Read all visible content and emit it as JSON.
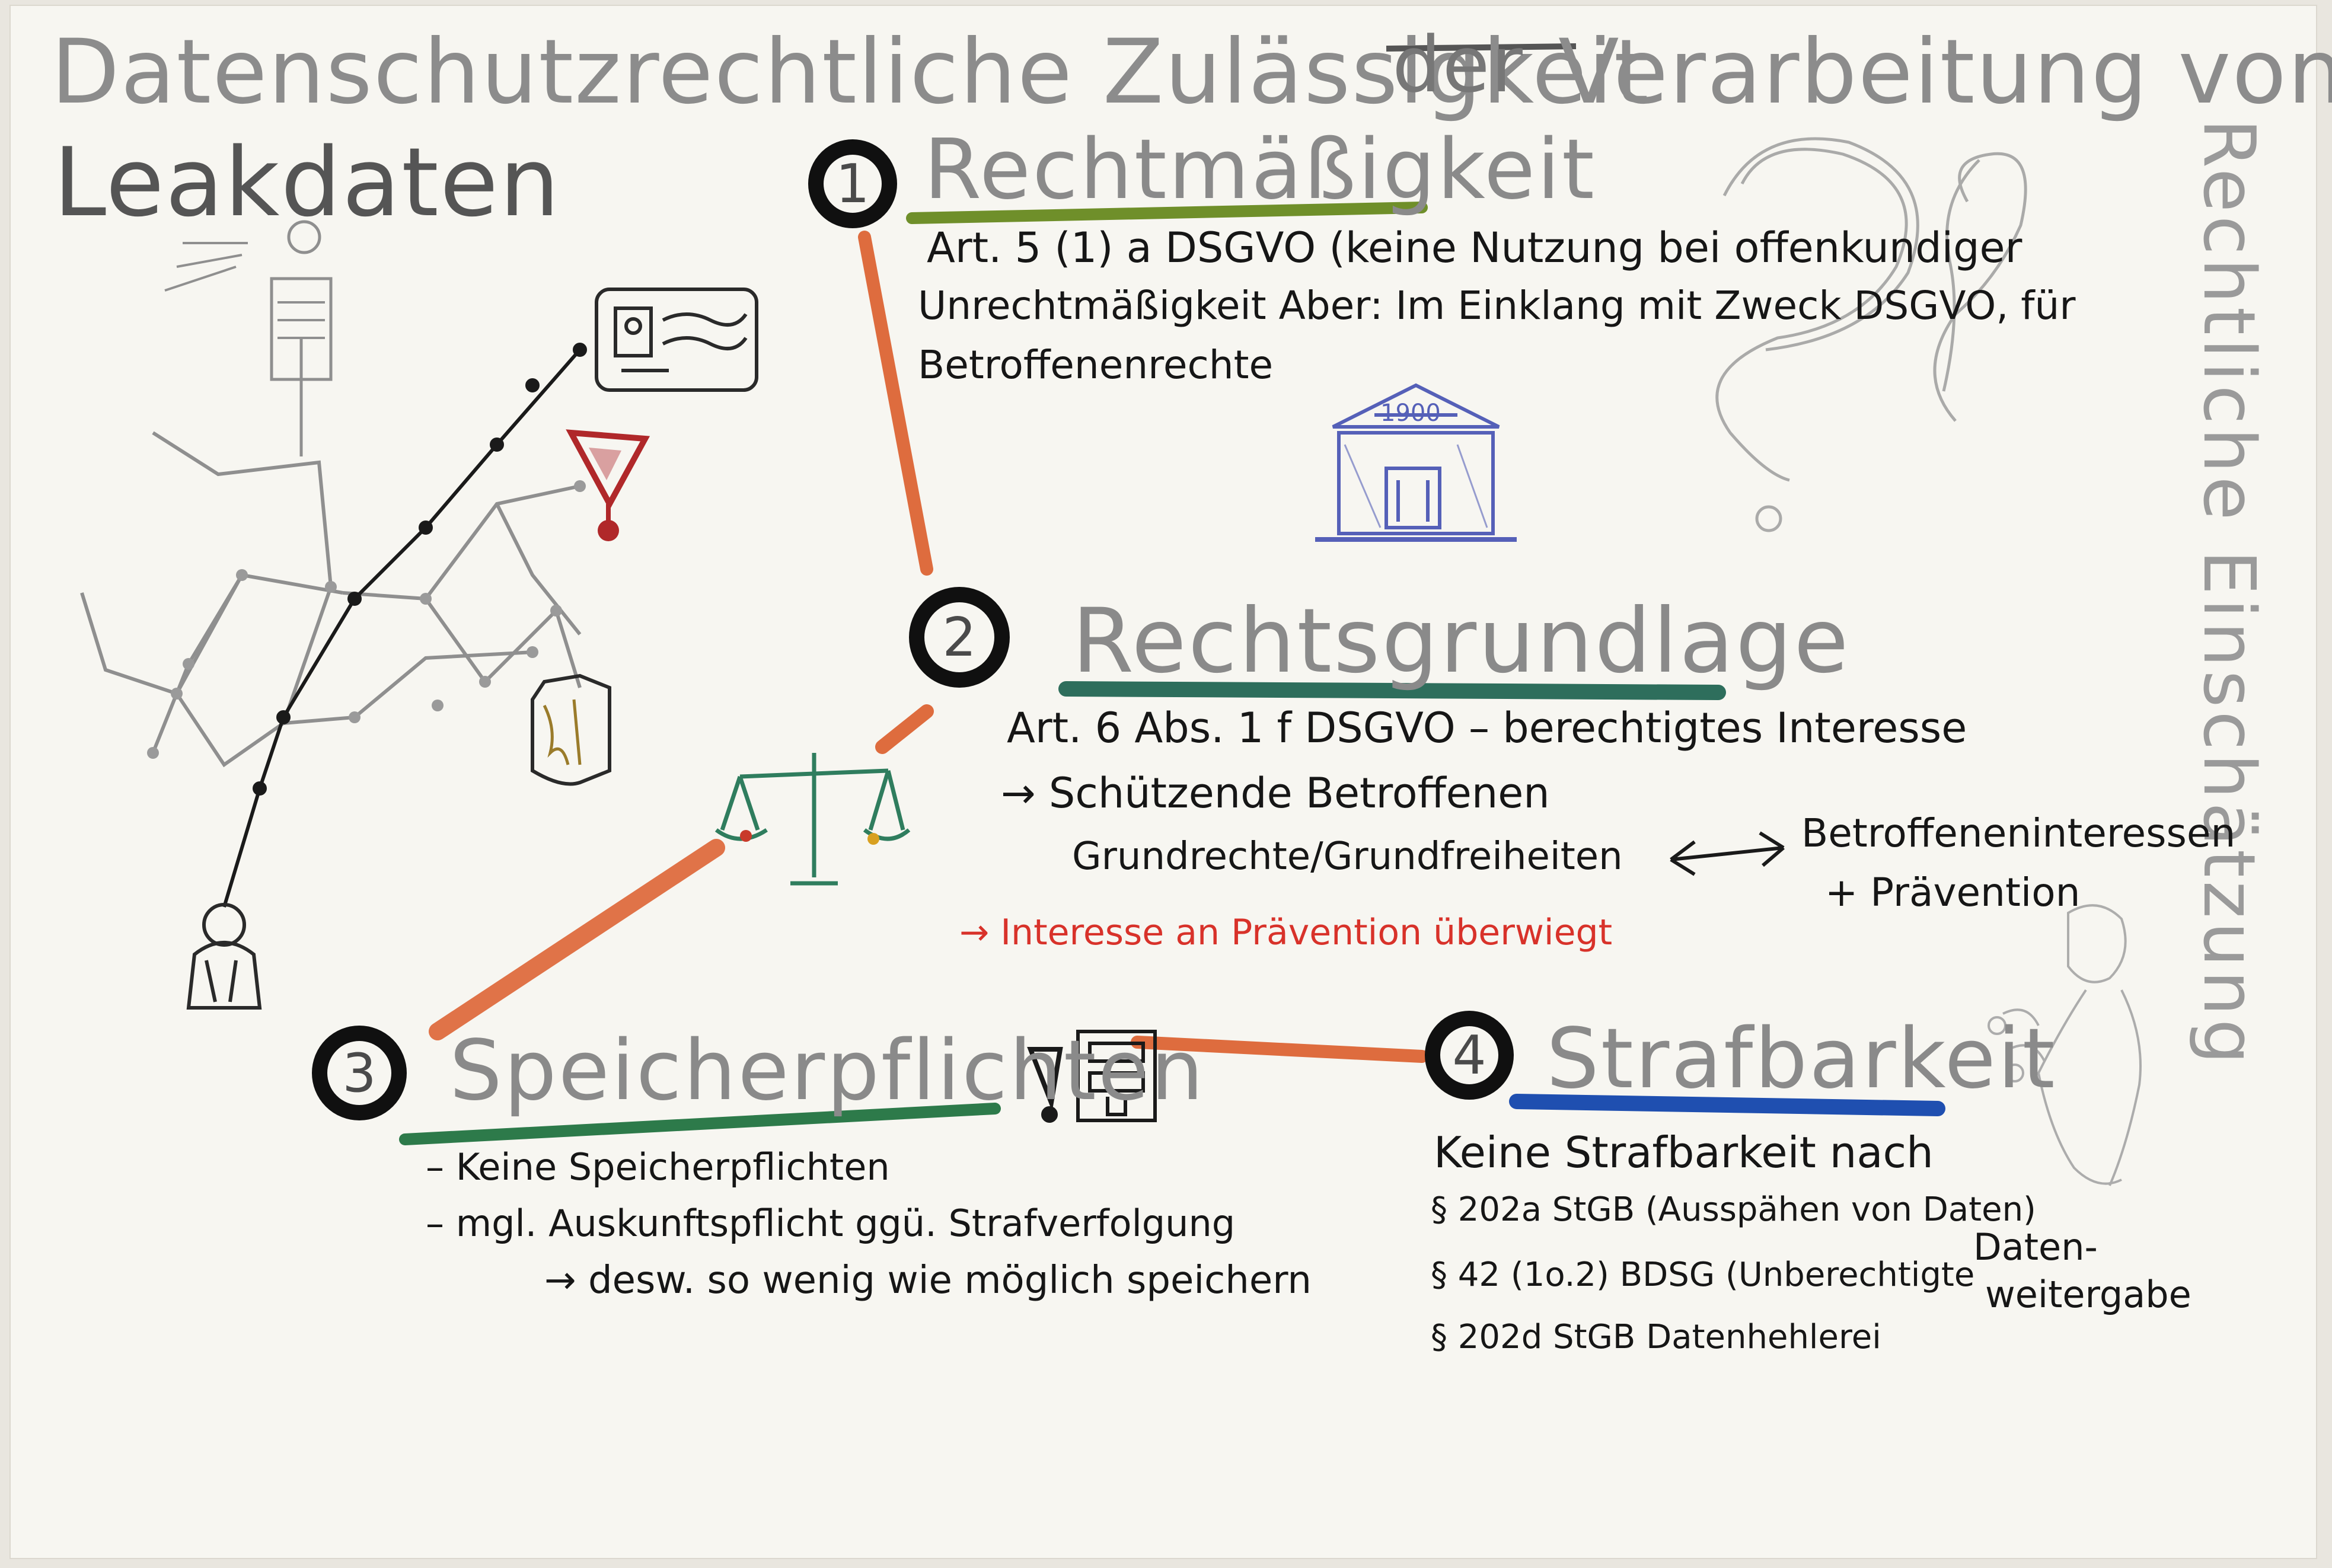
{
  "title": {
    "line1_a": "Datenschutzrechtliche Zulässigkeit",
    "struck": "der",
    "line1_b": "Verarbeitung von",
    "line2": "Leakdaten"
  },
  "side_label": "Rechtliche Einschätzung",
  "nodes": [
    {
      "number": "1",
      "title": "Rechtmäßigkeit",
      "underline_color": "#6f8f2a",
      "lines": [
        "Art. 5 (1) a DSGVO (keine Nutzung bei offenkundiger",
        "Unrechtmäßigkeit Aber: Im Einklang mit Zweck DSGVO, für",
        "Betroffenenrechte"
      ]
    },
    {
      "number": "2",
      "title": "Rechtsgrundlage",
      "underline_color": "#2e6e5c",
      "lines": [
        "Art. 6 Abs. 1 f DSGVO – berechtigtes Interesse",
        "→ Schützende Betroffenen",
        "Grundrechte/Grundfreiheiten"
      ],
      "counterpart": [
        "Betroffeneninteressen",
        "+ Prävention"
      ],
      "conclusion": "→ Interesse an Prävention überwiegt",
      "conclusion_color": "#d8322a"
    },
    {
      "number": "3",
      "title": "Speicherpflichten",
      "underline_color": "#2d7a4a",
      "lines": [
        "– Keine Speicherpflichten",
        "– mgl. Auskunftspflicht ggü. Strafverfolgung",
        "→ desw. so wenig wie möglich speichern"
      ]
    },
    {
      "number": "4",
      "title": "Strafbarkeit",
      "underline_color": "#1f4fb0",
      "lines": [
        "Keine Strafbarkeit nach",
        "§ 202a StGB (Ausspähen von Daten)",
        "§ 42 (1o.2) BDSG (Unberechtigte",
        "§ 202d StGB Datenhehlerei"
      ],
      "aside": [
        "Daten-",
        "weitergabe"
      ]
    }
  ],
  "colors": {
    "connector": "#d9531e",
    "badge": "#101010",
    "pencil_gray": "#8f8f8f",
    "building_blue": "#5560b8",
    "scale_green": "#2f7d5e",
    "warning_red": "#b0282a"
  },
  "icons": [
    "network-sketch-icon",
    "person-icon",
    "id-card-icon",
    "warning-triangle-icon",
    "shield-icon",
    "courthouse-icon",
    "scales-of-justice-icon",
    "exclamation-icon",
    "server-icon",
    "question-mark-sketch-icon",
    "police-sketch-icon"
  ]
}
